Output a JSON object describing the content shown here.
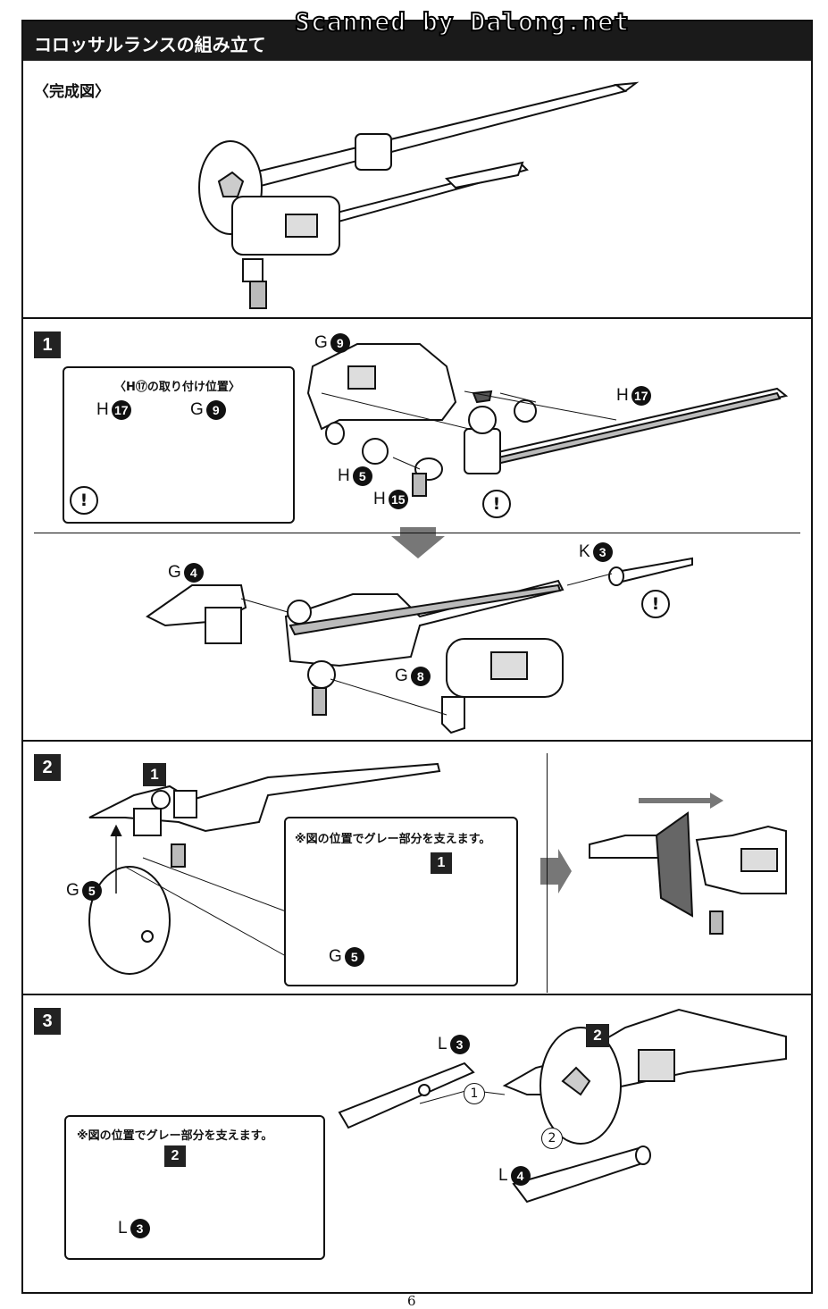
{
  "watermark": "Scanned by Dalong.net",
  "header": {
    "title": "コロッサルランスの組み立て"
  },
  "complete": {
    "label": "〈完成図〉"
  },
  "step1": {
    "number": "1",
    "inset_caption": "〈H⑰の取り付け位置〉",
    "parts": {
      "inset_h": "H",
      "inset_h_num": "17",
      "inset_g": "G",
      "inset_g_num": "9",
      "g9": "G",
      "g9_num": "9",
      "h17": "H",
      "h17_num": "17",
      "h5": "H",
      "h5_num": "5",
      "h15": "H",
      "h15_num": "15",
      "g4": "G",
      "g4_num": "4",
      "k3": "K",
      "k3_num": "3",
      "g8": "G",
      "g8_num": "8"
    },
    "warn": "!"
  },
  "step2": {
    "number": "2",
    "ref_step": "1",
    "inset_caption": "※図の位置でグレー部分を支えます。",
    "parts": {
      "g5": "G",
      "g5_num": "5",
      "inset_g5": "G",
      "inset_g5_num": "5",
      "inset_ref": "1"
    }
  },
  "step3": {
    "number": "3",
    "inset_caption": "※図の位置でグレー部分を支えます。",
    "parts": {
      "l3": "L",
      "l3_num": "3",
      "l4": "L",
      "l4_num": "4",
      "inset_l3": "L",
      "inset_l3_num": "3",
      "ref_step": "2",
      "inset_ref": "2"
    },
    "markers": {
      "one": "1",
      "two": "2"
    }
  },
  "page_number": "6",
  "colors": {
    "panel_dark": "#1a1a1a",
    "part_gray": "#555555",
    "arrow_gray": "#777777"
  }
}
